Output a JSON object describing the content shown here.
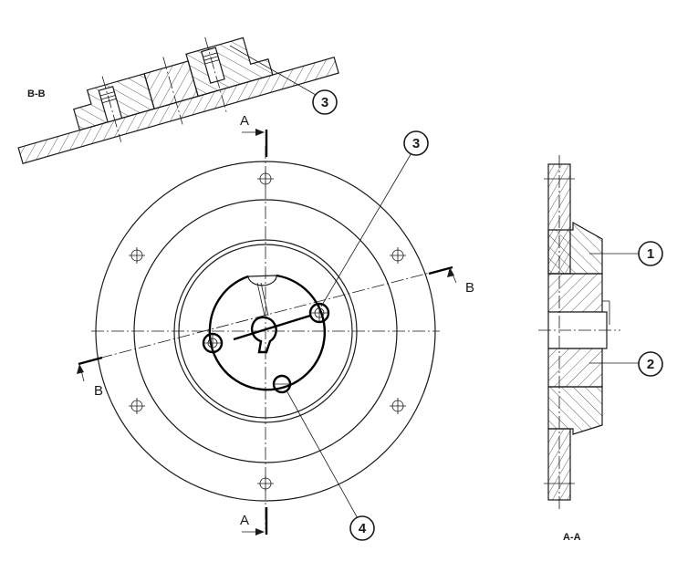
{
  "section_labels": {
    "bb_title": "B-B",
    "aa_title": "A-A"
  },
  "cut_markers": {
    "a_top": "A",
    "a_bottom": "A",
    "b_right": "B",
    "b_left": "B"
  },
  "callouts": {
    "c3_section": "3",
    "c3_front": "3",
    "c4_front": "4",
    "c1_side": "1",
    "c2_side": "2"
  }
}
